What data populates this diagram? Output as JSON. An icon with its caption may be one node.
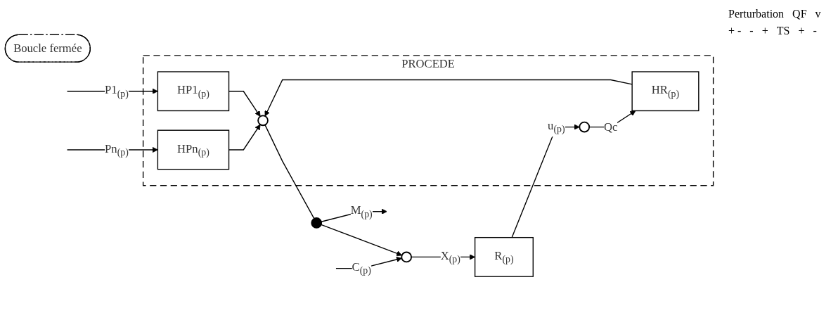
{
  "diagram": {
    "nodes": [
      {
        "text": [
          "PROCEDE"
        ]
      },
      {
        "text": [
          "HPn$_{(p)}$"
        ],
        "in": 0
      },
      {
        "text": [
          "HP1$_{(p)}$"
        ],
        "in": 0
      },
      {
        "text": [
          "HR$_{(p)}$"
        ],
        "in": 0
      },
      {
        "text": [],
        "shape": "circle",
        "in": 0
      },
      {
        "text": [],
        "shape": "circle",
        "in": 0
      },
      {
        "text": [
          "R$_{(p)}$"
        ]
      },
      {
        "text": [],
        "shape": "circle"
      },
      {
        "text": [],
        "shape": "circle"
      },
      {
        "text": [
          "Boucle fermée"
        ]
      }
    ],
    "edges": [
      {
        "from": null,
        "to": 7,
        "arrow": "to",
        "label": "C$_{(p)}$"
      },
      {
        "from": 8,
        "to": 7,
        "arrow": "to"
      },
      {
        "from": 7,
        "to": 6,
        "arrow": "to",
        "label": "X$_{(p)}$"
      },
      {
        "from": 6,
        "to": 5,
        "arrow": "to",
        "label": "u$_{(p)}$"
      },
      {
        "from": null,
        "to": 1,
        "arrow": "to",
        "label": "Pn$_{(p)}$"
      },
      {
        "from": null,
        "to": 2,
        "arrow": "to",
        "label": "P1$_{(p)}$"
      },
      {
        "from": 5,
        "to": 3,
        "arrow": "to",
        "label": "Qc"
      },
      {
        "from": 1,
        "to": 4,
        "arrow": "to"
      },
      {
        "from": 2,
        "to": 4,
        "arrow": "to"
      },
      {
        "from": 3,
        "to": 4,
        "arrow": "to"
      },
      {
        "from": 4,
        "to": 8,
        "arrow": "none"
      },
      {
        "from": 8,
        "to": null,
        "arrow": "to",
        "label": "M$_{(p)}$"
      }
    ],
    "labels": [
      "Perturbation",
      "QF",
      "v",
      "+ -",
      "-",
      "+",
      "TS",
      "+",
      "-"
    ]
  }
}
